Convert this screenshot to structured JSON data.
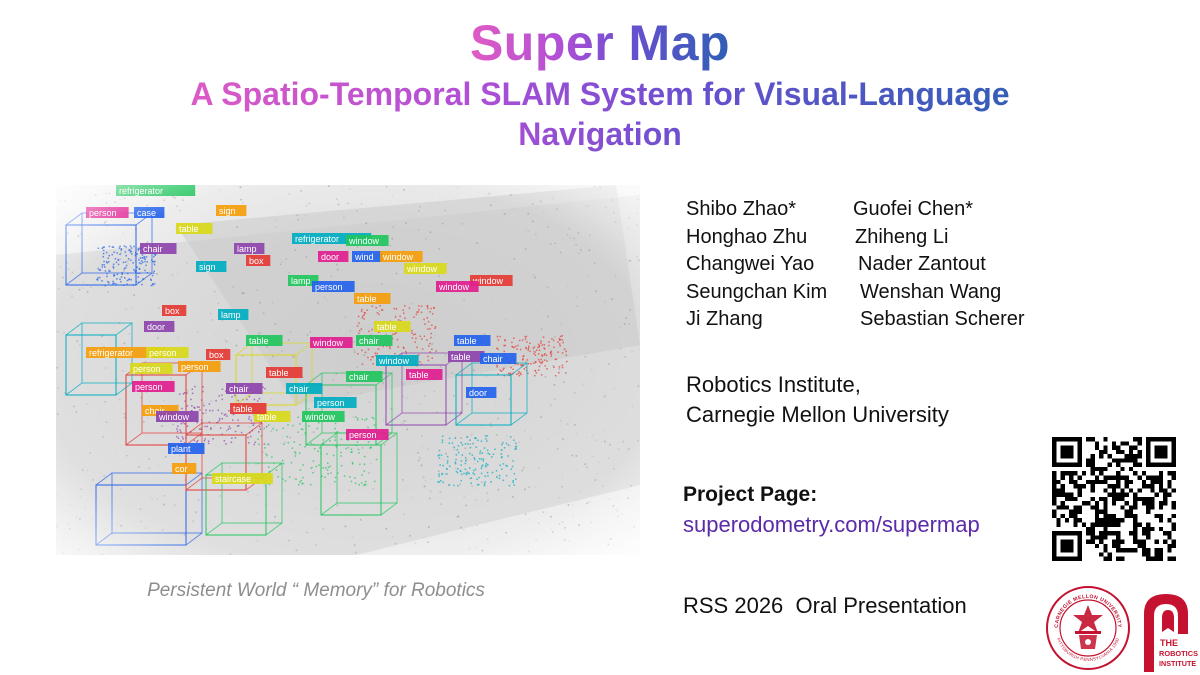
{
  "title": {
    "main": "Super Map",
    "subtitle": "A Spatio-Temporal SLAM System for Visual-Language Navigation"
  },
  "figure": {
    "labels": [
      "refrigerator",
      "person",
      "case",
      "sign",
      "table",
      "box",
      "lamp",
      "refrigerator",
      "window",
      "door",
      "wind",
      "window",
      "window",
      "window",
      "chair",
      "sign",
      "lamp",
      "window",
      "person",
      "table",
      "table",
      "box",
      "door",
      "lamp",
      "table",
      "window",
      "table",
      "refrigerator",
      "person",
      "box",
      "table",
      "window",
      "chair",
      "table",
      "chair",
      "person",
      "person",
      "table",
      "chair",
      "chair",
      "chair",
      "person",
      "door",
      "chair",
      "table",
      "table",
      "window",
      "person",
      "window",
      "person",
      "plant",
      "cor",
      "staircase"
    ],
    "colors": {
      "green": "#22c55e",
      "magenta": "#e11d8f",
      "blue": "#2563eb",
      "orange": "#f59e0b",
      "yellow": "#d9d91a",
      "red": "#e53935",
      "purple": "#8e44ad",
      "cyan": "#00acc1"
    }
  },
  "caption": "Persistent World  “ Memory” for Robotics",
  "authors": [
    [
      "Shibo Zhao*",
      "Guofei Chen*"
    ],
    [
      "Honghao Zhu",
      "Zhiheng Li"
    ],
    [
      "Changwei Yao",
      "Nader Zantout"
    ],
    [
      "Seungchan Kim",
      "Wenshan Wang"
    ],
    [
      "Ji Zhang",
      "Sebastian Scherer"
    ]
  ],
  "affiliation": {
    "line1": "Robotics Institute,",
    "line2": "Carnegie Mellon University"
  },
  "project": {
    "heading": "Project Page:",
    "link": "superodometry.com/supermap"
  },
  "venue": "RSS 2026  Oral Presentation",
  "logos": {
    "cmu_seal_text": "CARNEGIE MELLON UNIVERSITY • PITTSBURGH PENNSYLVANIA 1900",
    "ri_text": [
      "THE",
      "ROBOTICS",
      "INSTITUTE"
    ],
    "cmu_red": "#c41230",
    "icons": [
      "qr-code-icon",
      "cmu-seal-icon",
      "robotics-institute-logo-icon"
    ]
  }
}
